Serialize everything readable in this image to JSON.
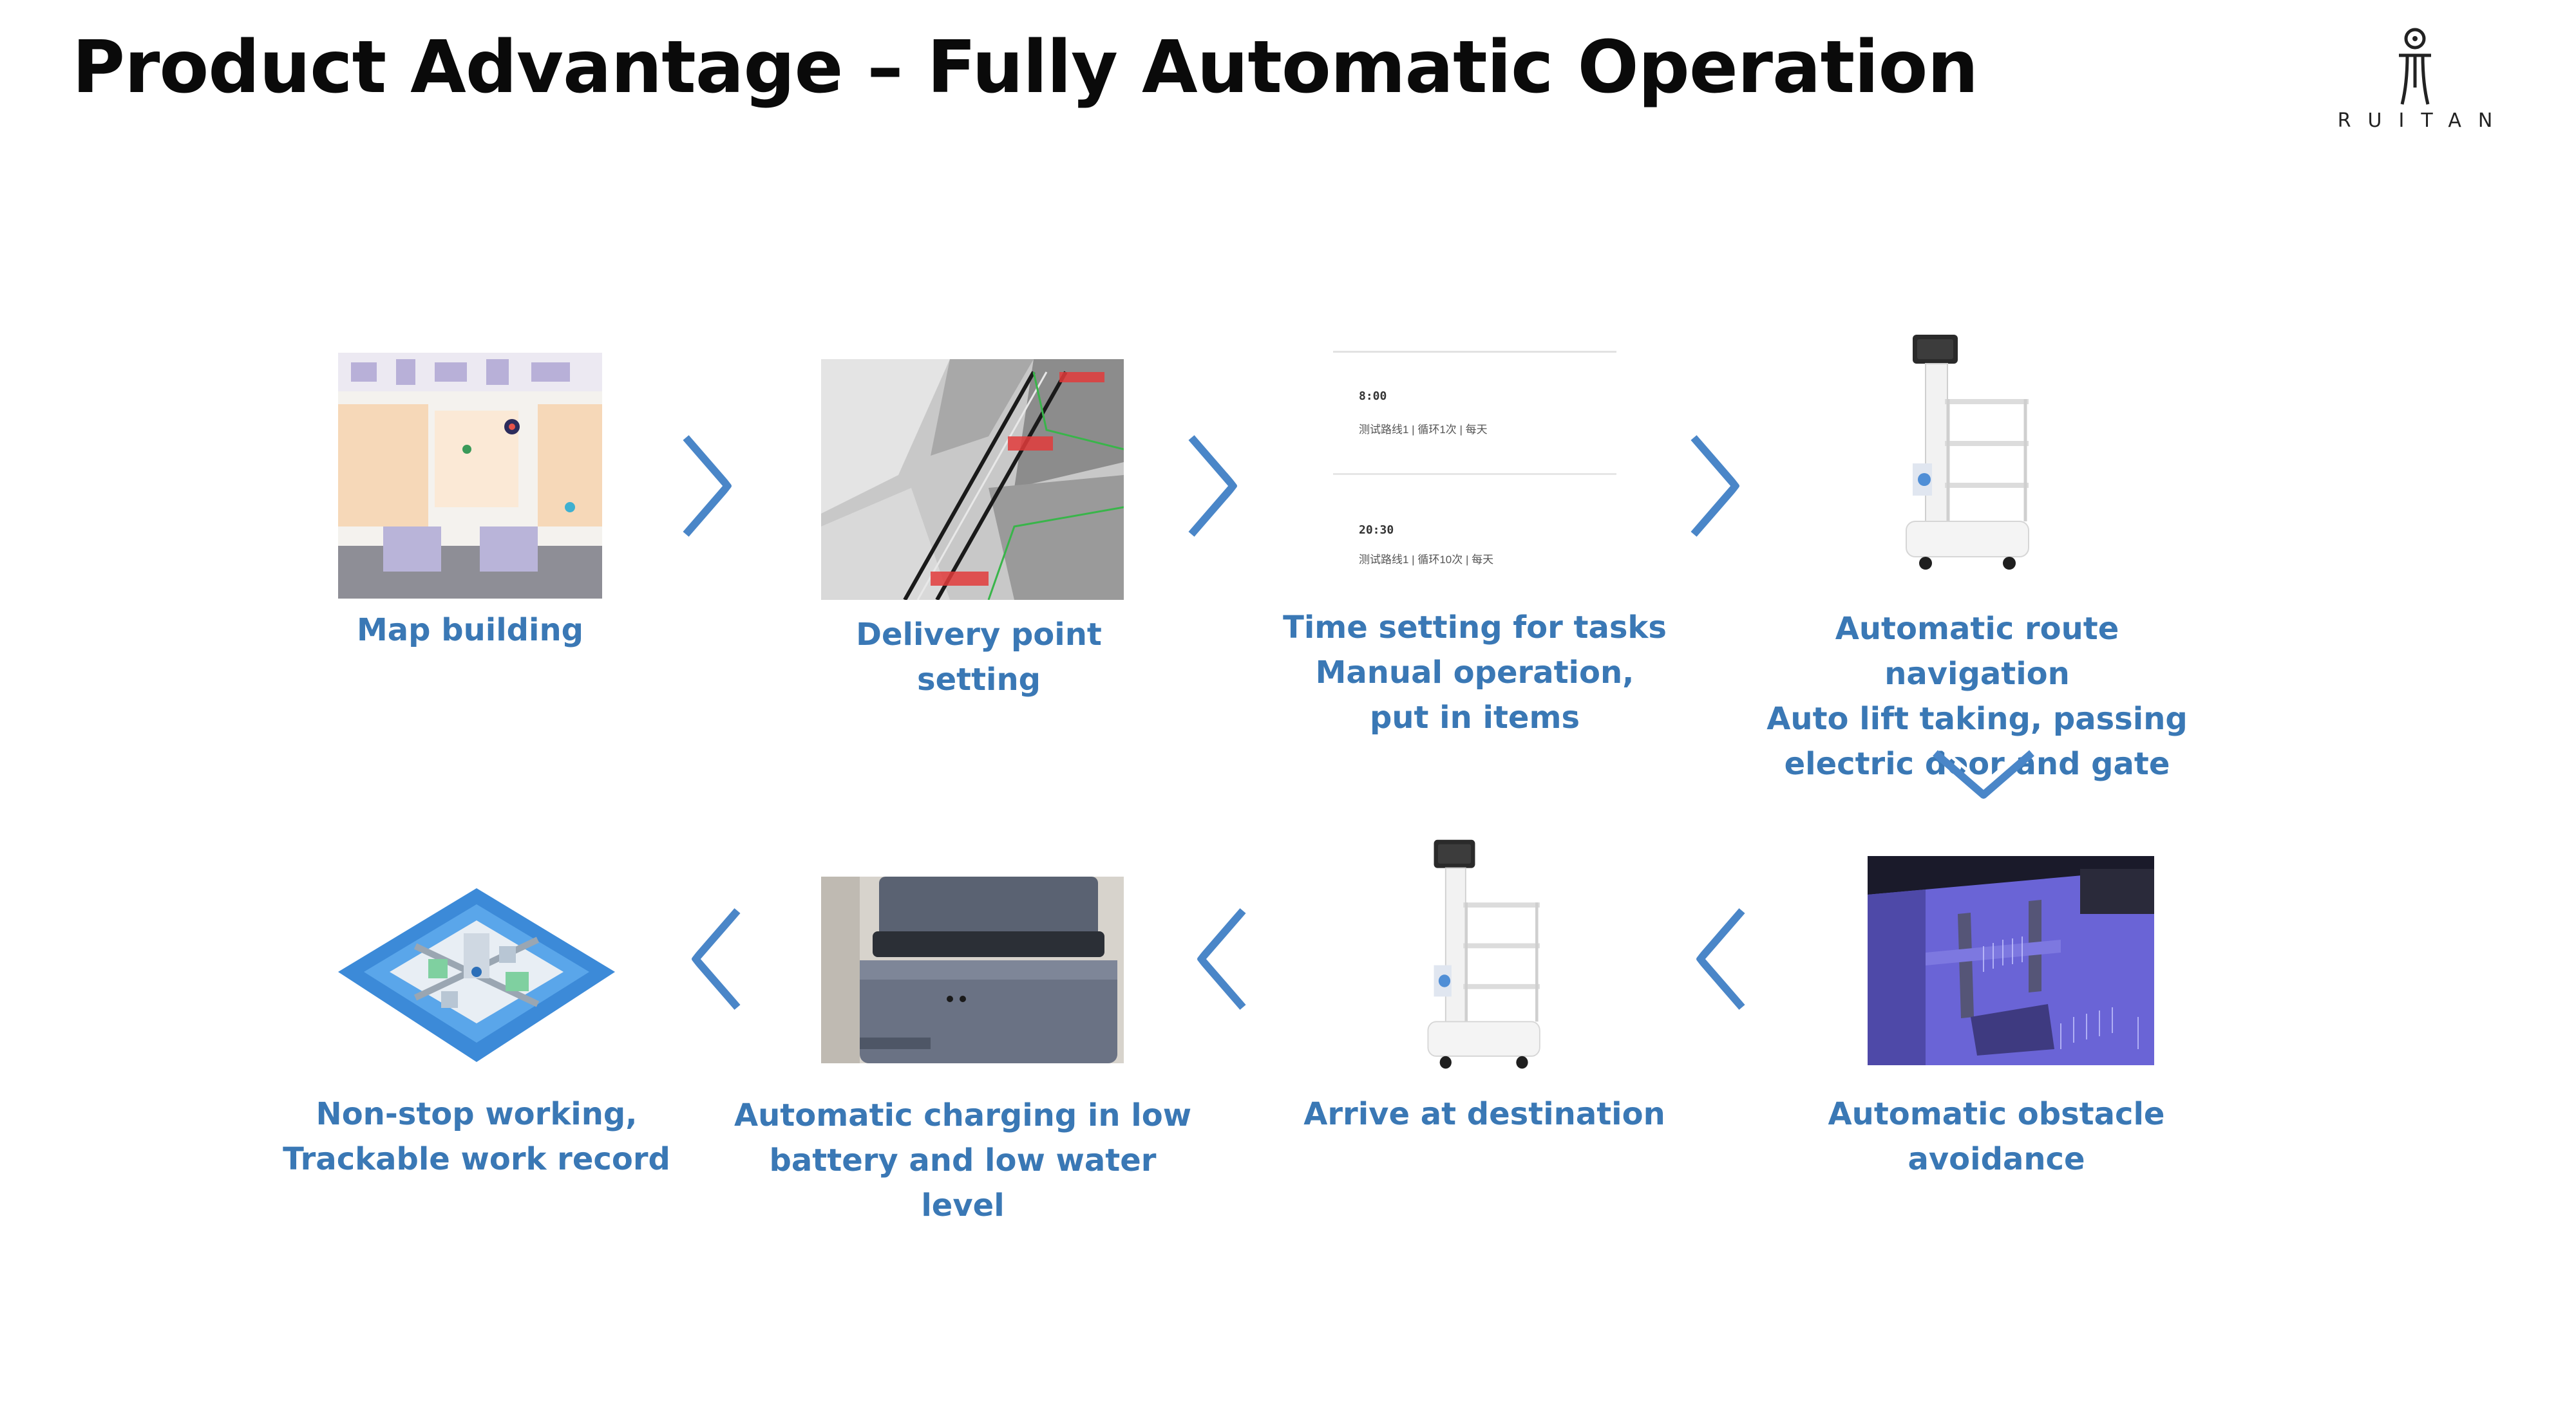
{
  "header": {
    "title": "Product Advantage – Fully Automatic Operation",
    "logo_text": "RUITAN"
  },
  "flow": {
    "steps": [
      {
        "id": "map-building",
        "label": "Map building"
      },
      {
        "id": "delivery-point",
        "label": "Delivery point\nsetting"
      },
      {
        "id": "time-setting",
        "label": "Time setting for tasks\nManual operation,\nput in items",
        "schedule": [
          {
            "time": "8:00",
            "detail": "测试路线1 | 循环1次 | 每天"
          },
          {
            "time": "20:30",
            "detail": "测试路线1 | 循环10次 | 每天"
          }
        ]
      },
      {
        "id": "route-navigation",
        "label": "Automatic route navigation\nAuto lift taking, passing\nelectric door and gate"
      },
      {
        "id": "obstacle-avoidance",
        "label": "Automatic obstacle avoidance"
      },
      {
        "id": "arrive-destination",
        "label": "Arrive at destination"
      },
      {
        "id": "auto-charging",
        "label": "Automatic charging in low\nbattery and low water level"
      },
      {
        "id": "non-stop-working",
        "label": "Non-stop working,\nTrackable work record"
      }
    ]
  },
  "colors": {
    "caption": "#3a78b5",
    "arrow": "#4a86c8",
    "title": "#0a0a0a"
  }
}
